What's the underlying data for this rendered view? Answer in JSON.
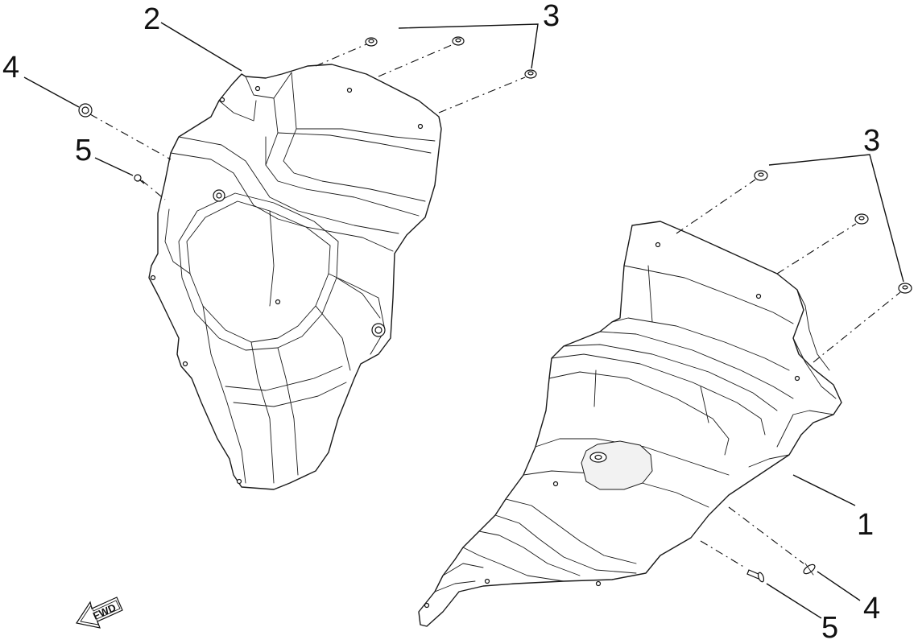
{
  "diagram": {
    "callouts": {
      "c2": "2",
      "c3_left": "3",
      "c4_left": "4",
      "c5_left": "5",
      "c3_right": "3",
      "c1": "1",
      "c4_right": "4",
      "c5_right": "5"
    },
    "fwd_label": "FWD"
  }
}
